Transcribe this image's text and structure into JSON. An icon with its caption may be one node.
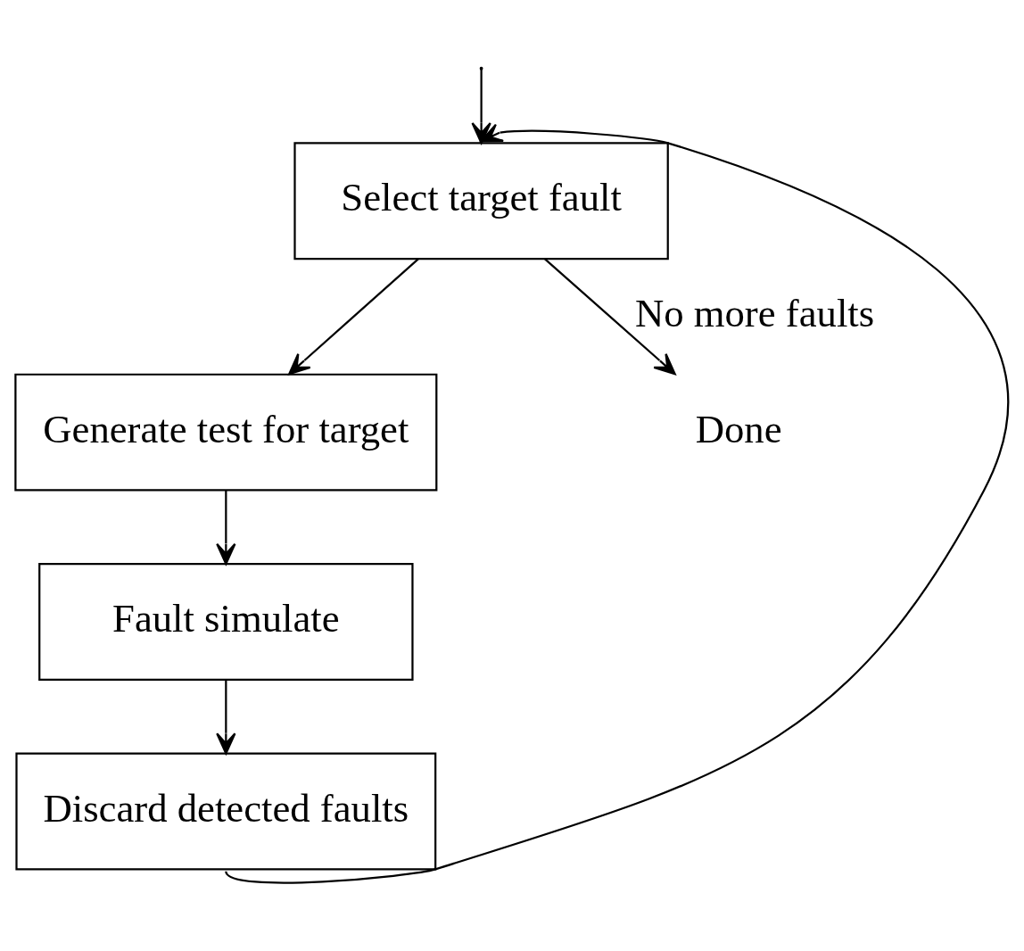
{
  "diagram": {
    "nodes": [
      {
        "text": [
          "Select target fault"
        ]
      },
      {
        "text": [
          "Generate test for target"
        ]
      },
      {
        "text": [
          "Fault simulate"
        ]
      },
      {
        "text": [
          "Discard detected faults"
        ]
      },
      {
        "text": [
          "Done"
        ]
      }
    ],
    "edges": [
      {
        "from": null,
        "to": 0,
        "arrow": "to"
      },
      {
        "from": 0,
        "to": 1,
        "arrow": "to"
      },
      {
        "from": 1,
        "to": 2,
        "arrow": "to"
      },
      {
        "from": 2,
        "to": 3,
        "arrow": "to"
      },
      {
        "from": 3,
        "to": 0,
        "arrow": "to"
      },
      {
        "from": 0,
        "to": 4,
        "arrow": "to",
        "label": "No more faults"
      }
    ]
  }
}
